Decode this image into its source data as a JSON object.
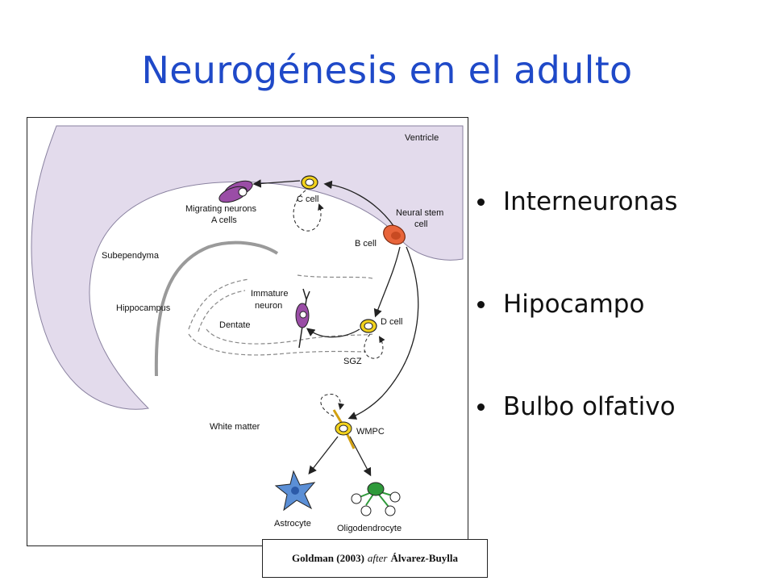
{
  "slide": {
    "title": "Neurogénesis en el adulto",
    "bullets": [
      "Interneuronas",
      "Hipocampo",
      "Bulbo olfativo"
    ],
    "citation": {
      "author": "Goldman (2003)",
      "connector": "after",
      "source": "Álvarez-Buylla"
    }
  },
  "figure": {
    "labels": {
      "ventricle": "Ventricle",
      "migrating_line1": "Migrating neurons",
      "migrating_line2": "A cells",
      "c_cell": "C cell",
      "neural_stem_line1": "Neural stem",
      "neural_stem_line2": "cell",
      "b_cell": "B cell",
      "subependyma": "Subependyma",
      "immature_line1": "Immature",
      "immature_line2": "neuron",
      "hippocampus": "Hippocampus",
      "dentate": "Dentate",
      "d_cell": "D cell",
      "sgz": "SGZ",
      "white_matter": "White matter",
      "wmpc": "WMPC",
      "astrocyte": "Astrocyte",
      "oligodendrocyte": "Oligodendrocyte"
    },
    "colors": {
      "ventricle_fill": "#e3dbec",
      "stem_cell": "#e8643a",
      "progenitor": "#f2d21c",
      "migrating": "#9a4da6",
      "astrocyte": "#5b8fd6",
      "oligodendrocyte": "#2e9a3a",
      "title": "#1f49c8"
    }
  }
}
